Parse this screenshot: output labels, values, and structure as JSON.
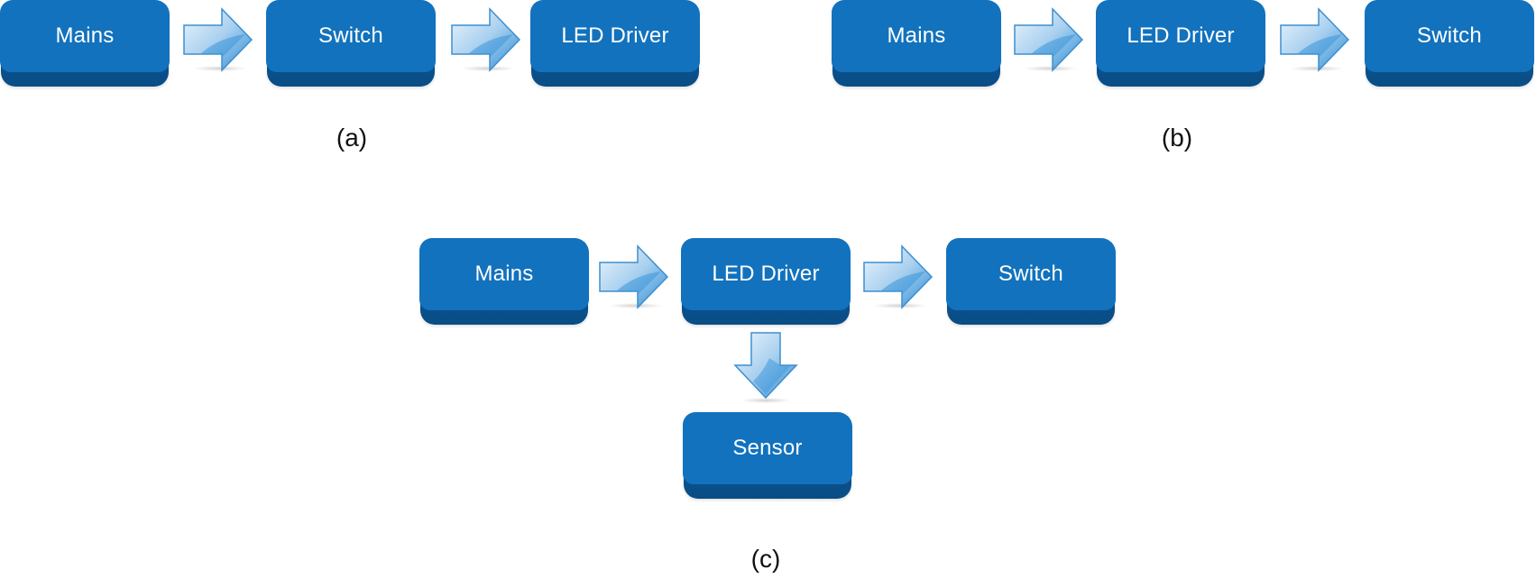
{
  "colors": {
    "block_face": "#1272bd",
    "block_side": "#0a4d86",
    "block_text": "#ffffff",
    "arrow_light": "#e4f0fa",
    "arrow_mid": "#7fb9e6",
    "arrow_dark": "#2a8ad4",
    "arrow_outline": "#3d8fd0"
  },
  "diagrams": [
    {
      "caption": "(a)",
      "blocks": [
        "Mains",
        "Switch",
        "LED Driver"
      ],
      "connections": [
        {
          "from": "Mains",
          "to": "Switch",
          "direction": "right"
        },
        {
          "from": "Switch",
          "to": "LED Driver",
          "direction": "right"
        }
      ]
    },
    {
      "caption": "(b)",
      "blocks": [
        "Mains",
        "LED Driver",
        "Switch"
      ],
      "connections": [
        {
          "from": "Mains",
          "to": "LED Driver",
          "direction": "right"
        },
        {
          "from": "LED Driver",
          "to": "Switch",
          "direction": "right"
        }
      ]
    },
    {
      "caption": "(c)",
      "blocks": [
        "Mains",
        "LED Driver",
        "Switch",
        "Sensor"
      ],
      "connections": [
        {
          "from": "Mains",
          "to": "LED Driver",
          "direction": "right"
        },
        {
          "from": "LED Driver",
          "to": "Switch",
          "direction": "right"
        },
        {
          "from": "LED Driver",
          "to": "Sensor",
          "direction": "down"
        }
      ]
    }
  ]
}
